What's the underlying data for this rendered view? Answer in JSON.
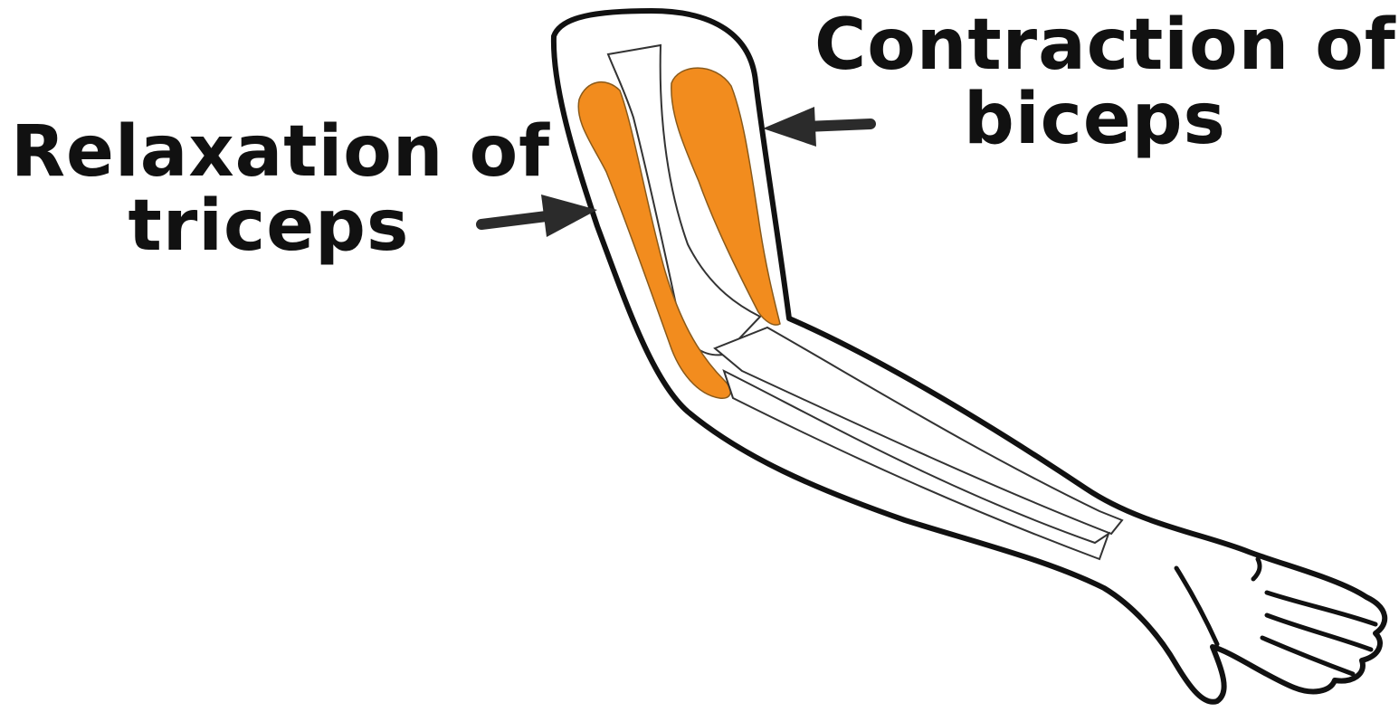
{
  "diagram": {
    "labels": {
      "triceps": {
        "line1": "Relaxation of",
        "line2": "triceps"
      },
      "biceps": {
        "line1": "Contraction of",
        "line2": "biceps"
      }
    },
    "colors": {
      "muscle": "#F28C1E",
      "outline": "#111111",
      "bone": "#ffffff",
      "arrow": "#2b2b2b"
    },
    "icons": {
      "arm": "arm-outline-icon",
      "arrow": "arrow-right-icon"
    }
  }
}
